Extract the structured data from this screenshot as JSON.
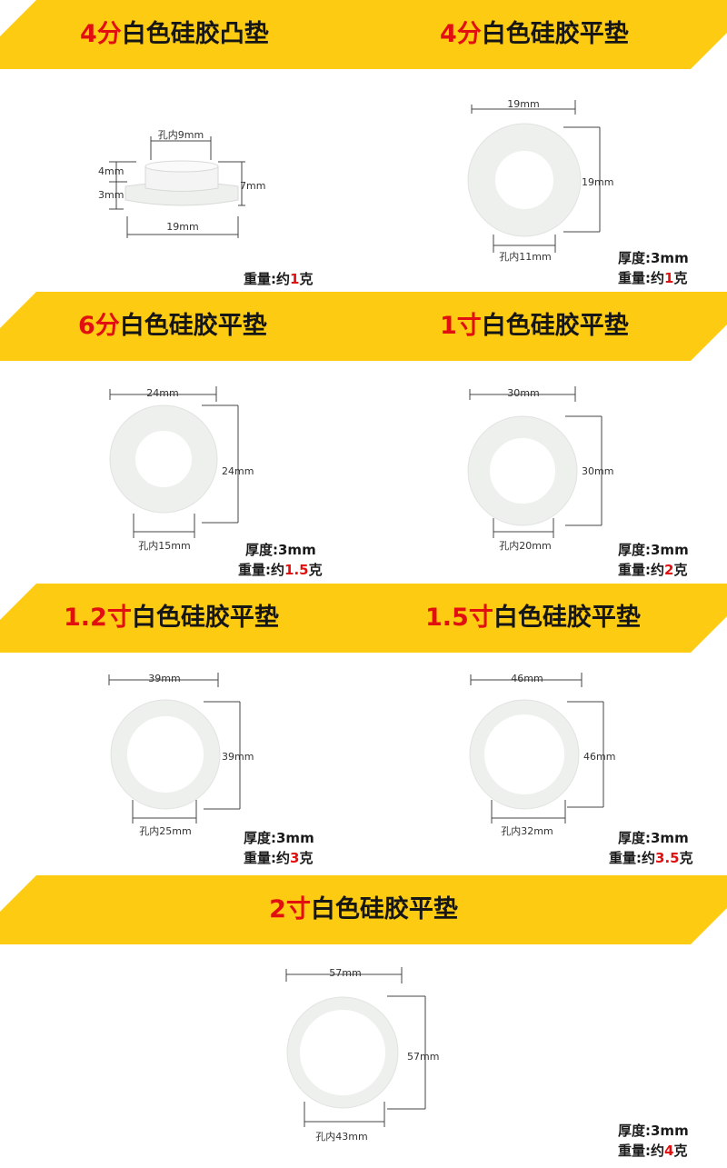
{
  "sections": [
    {
      "num": "4分",
      "name": "白色硅胶凸垫"
    },
    {
      "num": "4分",
      "name": "白色硅胶平垫"
    },
    {
      "num": "6分",
      "name": "白色硅胶平垫"
    },
    {
      "num": "1寸",
      "name": "白色硅胶平垫"
    },
    {
      "num": "1.2寸",
      "name": "白色硅胶平垫"
    },
    {
      "num": "1.5寸",
      "name": "白色硅胶平垫"
    },
    {
      "num": "2寸",
      "name": "白色硅胶平垫"
    }
  ],
  "labels": {
    "thickness_label": "厚度:",
    "weight_label": "重量:",
    "approx": "约",
    "unit_gram": "克",
    "hole_prefix": "孔内"
  },
  "items": [
    {
      "outer": "19mm",
      "hole": "孔内9mm",
      "top_h": "4mm",
      "base_h": "3mm",
      "total_h": "7mm",
      "weight": "1"
    },
    {
      "width": "19mm",
      "height": "19mm",
      "hole": "孔内11mm",
      "thickness": "3mm",
      "weight": "1"
    },
    {
      "width": "24mm",
      "height": "24mm",
      "hole": "孔内15mm",
      "thickness": "3mm",
      "weight": "1.5"
    },
    {
      "width": "30mm",
      "height": "30mm",
      "hole": "孔内20mm",
      "thickness": "3mm",
      "weight": "2"
    },
    {
      "width": "39mm",
      "height": "39mm",
      "hole": "孔内25mm",
      "thickness": "3mm",
      "weight": "3"
    },
    {
      "width": "46mm",
      "height": "46mm",
      "hole": "孔内32mm",
      "thickness": "3mm",
      "weight": "3.5"
    },
    {
      "width": "57mm",
      "height": "57mm",
      "hole": "孔内43mm",
      "thickness": "3mm",
      "weight": "4"
    }
  ],
  "colors": {
    "banner": "#fccb12",
    "accent_red": "#e10f10",
    "washer": "#eef0ee",
    "line": "#444444"
  }
}
